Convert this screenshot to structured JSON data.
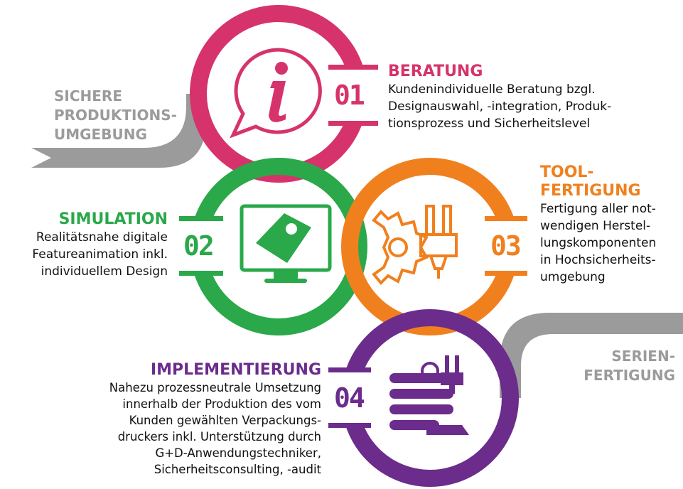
{
  "colors": {
    "beratung": "#d6336c",
    "simulation": "#2aa84a",
    "tool": "#f0801e",
    "implementierung": "#6b2c8c",
    "grey": "#9b9b9b"
  },
  "left_top_label": [
    "SICHERE",
    "PRODUKTIONS-",
    "UMGEBUNG"
  ],
  "right_bottom_label": [
    "SERIEN-",
    "FERTIGUNG"
  ],
  "steps": [
    {
      "number": "01",
      "title": "BERATUNG",
      "text": [
        "Kundenindividuelle Beratung bzgl.",
        "Designauswahl, -integration, Produk-",
        "tionsprozess und Sicherheitslevel"
      ],
      "icon": "info-speech-bubble-icon"
    },
    {
      "number": "02",
      "title": "SIMULATION",
      "text": [
        "Realitätsnahe digitale",
        "Featureanimation inkl.",
        "individuellem Design"
      ],
      "icon": "monitor-icon"
    },
    {
      "number": "03",
      "title_lines": [
        "TOOL-",
        "FERTIGUNG"
      ],
      "text": [
        "Fertigung aller not-",
        "wendigen Herstel-",
        "lungskomponenten",
        "in Hochsicherheits-",
        "umgebung"
      ],
      "icon": "gear-tool-icon"
    },
    {
      "number": "04",
      "title": "IMPLEMENTIERUNG",
      "text": [
        "Nahezu prozessneutrale Umsetzung",
        "innerhalb der Produktion des vom",
        "Kunden gewählten Verpackungs-",
        "druckers inkl. Unterstützung durch",
        "G+D-Anwendungstechniker,",
        "Sicherheitsconsulting, -audit"
      ],
      "icon": "printing-press-icon"
    }
  ]
}
